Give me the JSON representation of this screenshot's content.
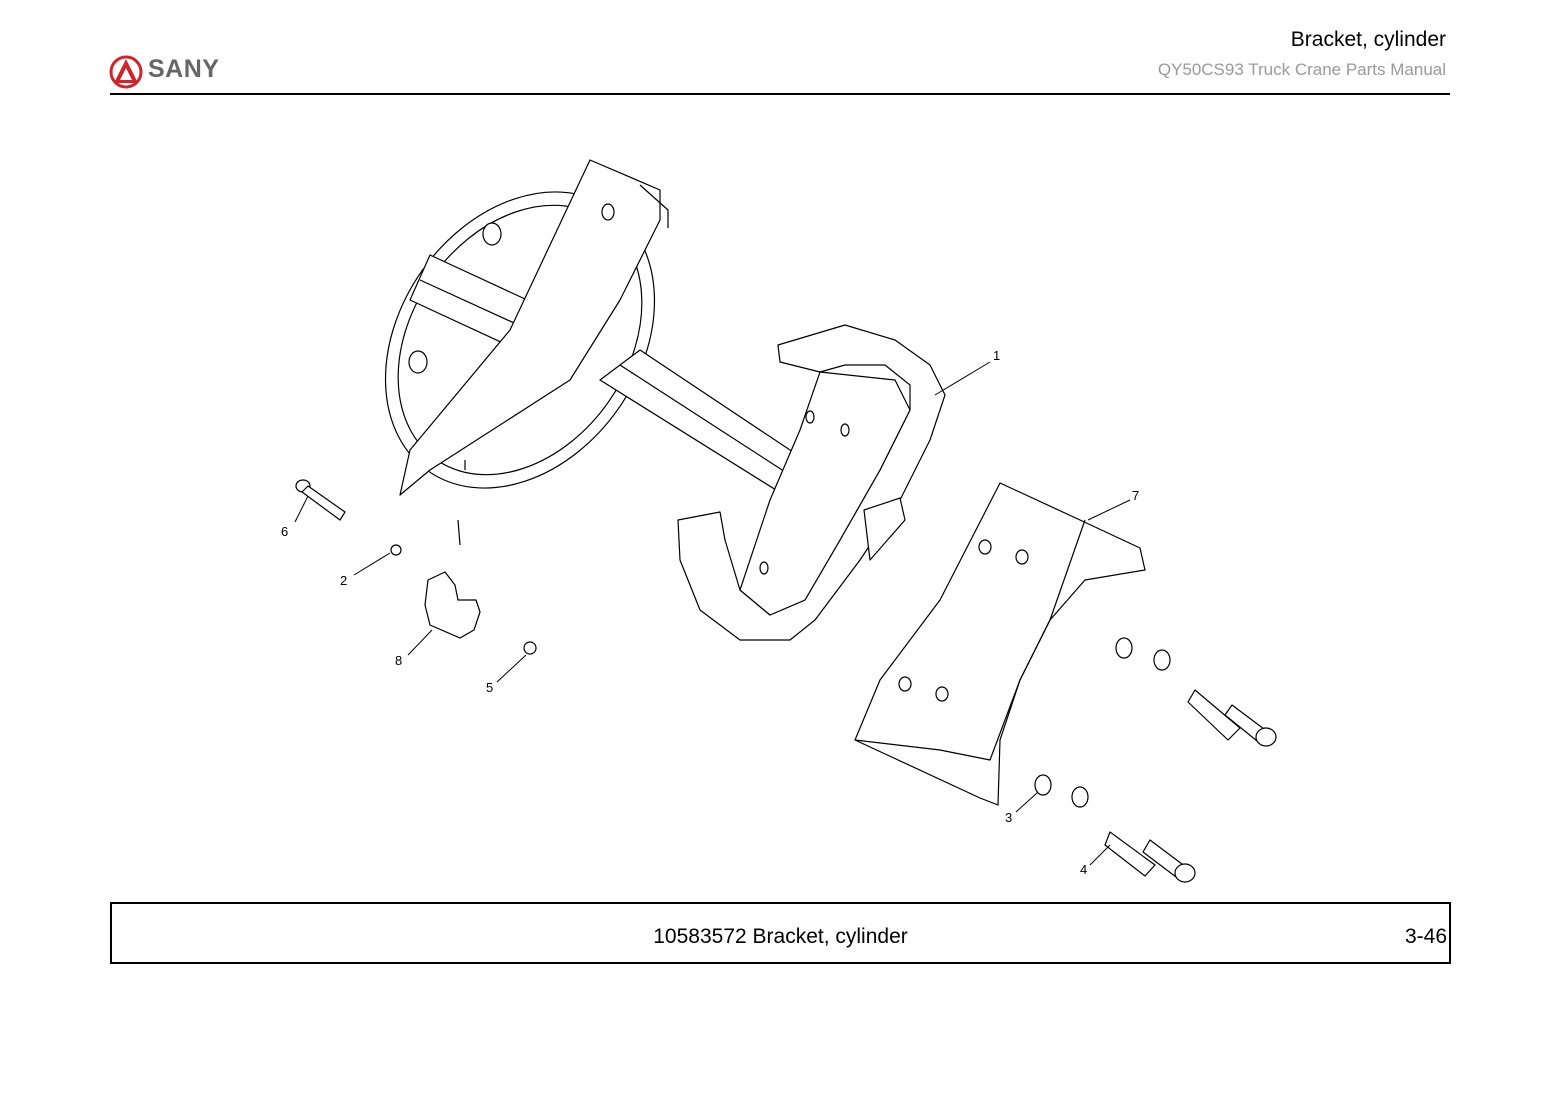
{
  "header": {
    "brand": "SANY",
    "title": "Bracket, cylinder",
    "subtitle": "QY50CS93 Truck Crane  Parts Manual"
  },
  "callouts": [
    "1",
    "2",
    "3",
    "4",
    "5",
    "6",
    "7",
    "8"
  ],
  "footer": {
    "caption": "10583572 Bracket, cylinder",
    "page": "3-46"
  },
  "colors": {
    "brand_red": "#d2232a",
    "brand_gray": "#666666",
    "line": "#000000"
  }
}
